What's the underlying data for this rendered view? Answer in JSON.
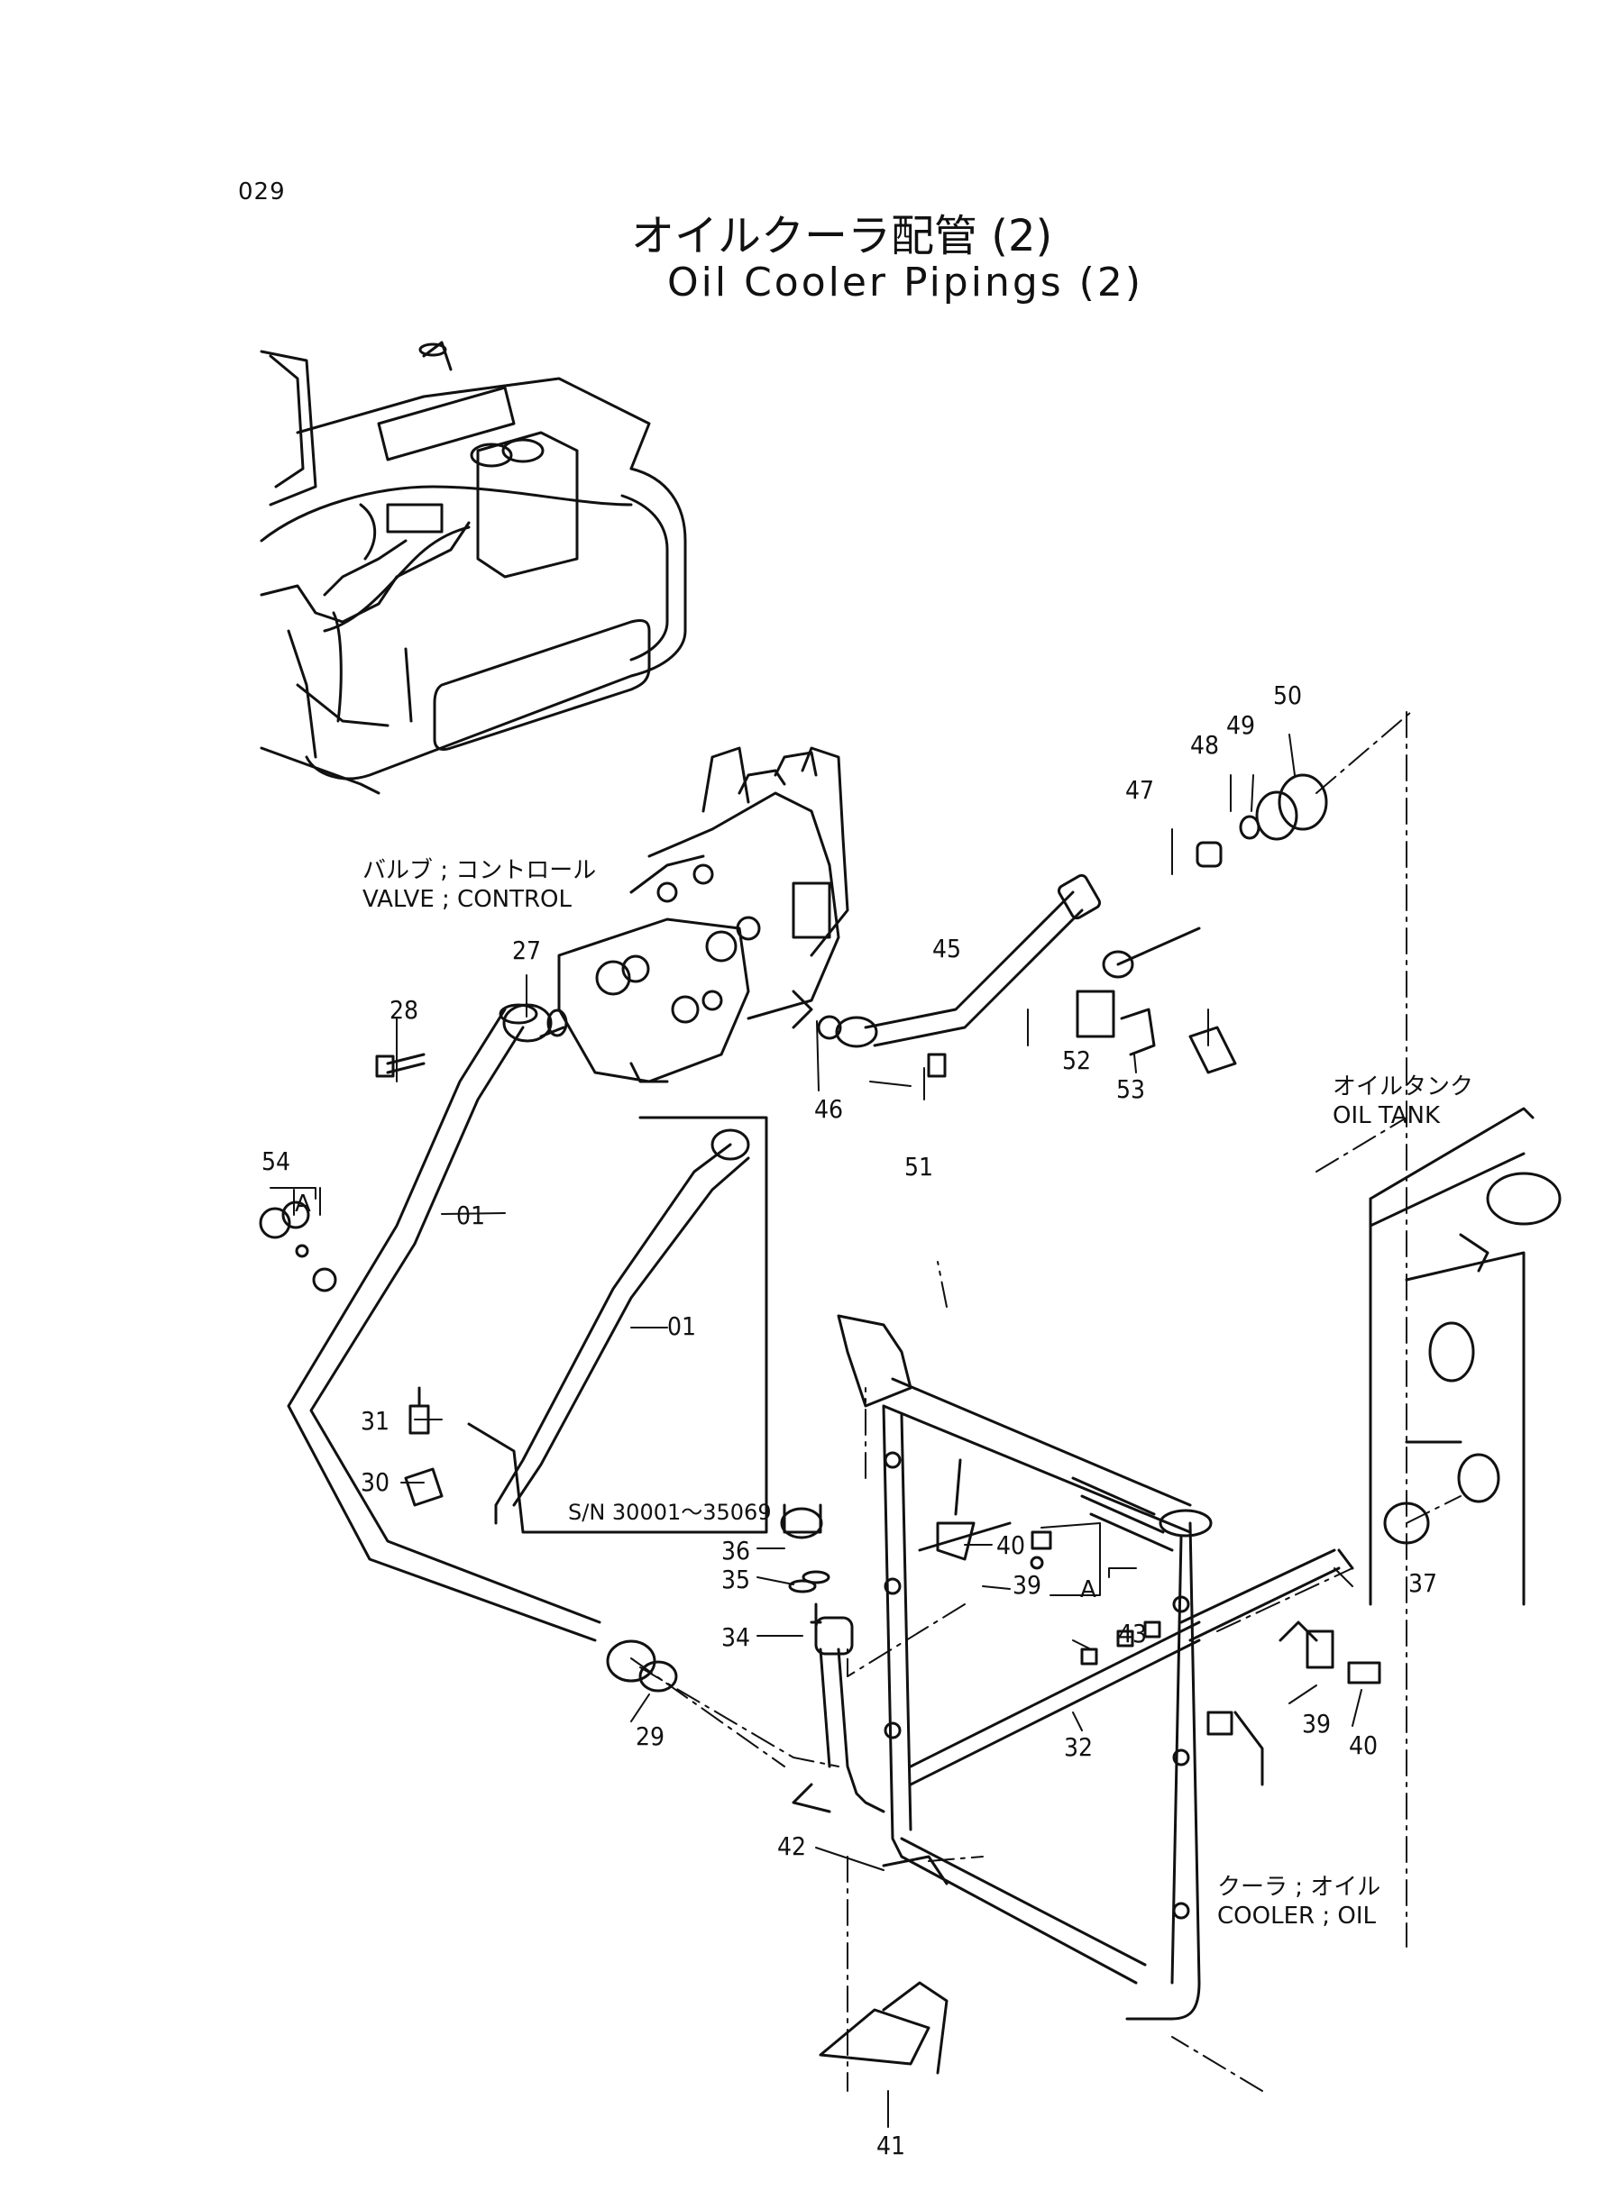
{
  "page_number": "029",
  "title_jp": "オイルクーラ配管 (2)",
  "title_en": "Oil Cooler Pipings (2)",
  "labels": {
    "valve_jp": "バルブ ; コントロール",
    "valve_en": "VALVE ; CONTROL",
    "tank_jp": "オイルタンク",
    "tank_en": "OIL  TANK",
    "cooler_jp": "クーラ ; オイル",
    "cooler_en": "COOLER ; OIL",
    "serial": "S/N  30001～35069",
    "ref_a1": "A",
    "ref_a2": "A"
  },
  "callouts": {
    "p01a": "01",
    "p01b": "01",
    "p27": "27",
    "p28": "28",
    "p29": "29",
    "p30": "30",
    "p31": "31",
    "p32": "32",
    "p34": "34",
    "p35": "35",
    "p36": "36",
    "p37": "37",
    "p39a": "39",
    "p39b": "39",
    "p40a": "40",
    "p40b": "40",
    "p41": "41",
    "p42": "42",
    "p43": "43",
    "p45": "45",
    "p46": "46",
    "p47": "47",
    "p48": "48",
    "p49": "49",
    "p50": "50",
    "p51": "51",
    "p52": "52",
    "p53": "53",
    "p54": "54"
  }
}
